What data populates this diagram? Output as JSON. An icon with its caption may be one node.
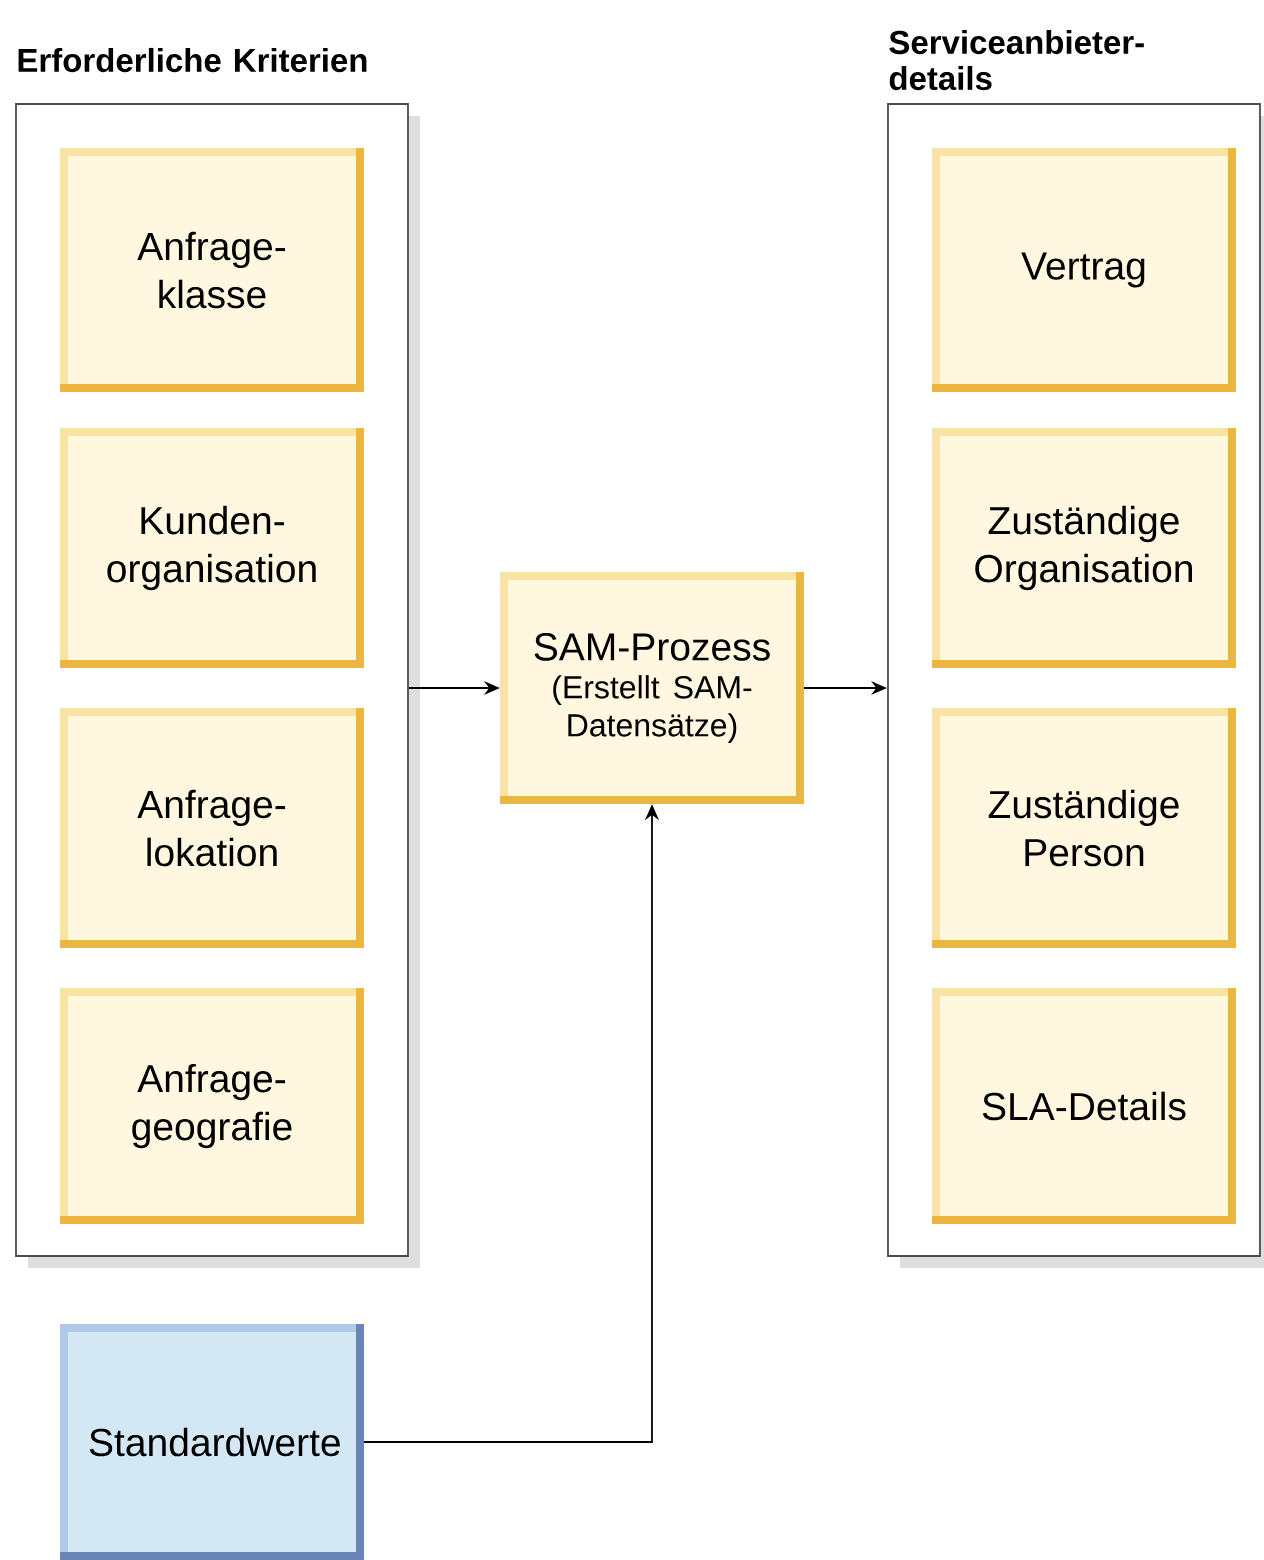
{
  "diagram": {
    "nodes": [
      {
        "text": [
          "Erforderliche Kriterien"
        ]
      },
      {
        "text": [
          "Anfrage- klasse"
        ],
        "in": 0
      },
      {
        "text": [
          "Kunden- organisation"
        ],
        "in": 0
      },
      {
        "text": [
          "Anfrage- lokation"
        ],
        "in": 0
      },
      {
        "text": [
          "Anfrage- geografie"
        ],
        "in": 0
      },
      {
        "text": [
          "SAM-Prozess",
          "(Erstellt SAM- Datensätze)"
        ]
      },
      {
        "text": [
          "Serviceanbieter- details"
        ]
      },
      {
        "text": [
          "Vertrag"
        ],
        "in": 6
      },
      {
        "text": [
          "Zuständige Organisation"
        ],
        "in": 6
      },
      {
        "text": [
          "Zuständige Person"
        ],
        "in": 6
      },
      {
        "text": [
          "SLA-Details"
        ],
        "in": 6
      },
      {
        "text": [
          "Standardwerte"
        ]
      }
    ],
    "edges": [
      {
        "from": 0,
        "to": 5,
        "arrow": "to"
      },
      {
        "from": 5,
        "to": 6,
        "arrow": "to"
      },
      {
        "from": 11,
        "to": 5,
        "arrow": "to"
      }
    ]
  }
}
